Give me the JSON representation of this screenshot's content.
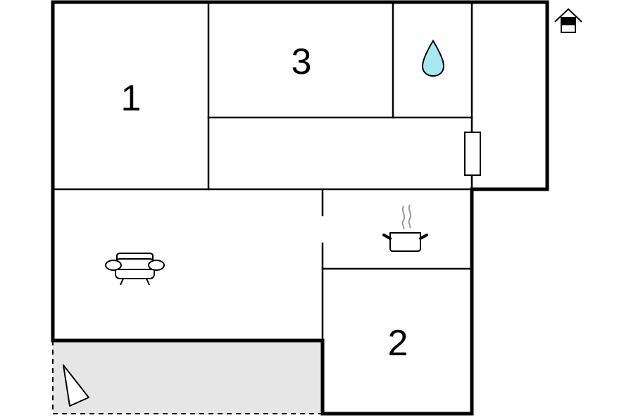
{
  "rooms": [
    {
      "id": "bedroom-1",
      "label": "1"
    },
    {
      "id": "bedroom-2",
      "label": "2"
    },
    {
      "id": "bedroom-3",
      "label": "3"
    }
  ],
  "icons": {
    "bathroom": "water-drop-icon",
    "kitchen": "cooking-pot-icon",
    "living": "sofa-icon",
    "entrance": "house-icon",
    "terrace": "compass-triangle-icon"
  },
  "colors": {
    "wall": "#000000",
    "terrace_fill": "#e6e6e6",
    "water": "#a8e8f0",
    "steam": "#999999"
  }
}
